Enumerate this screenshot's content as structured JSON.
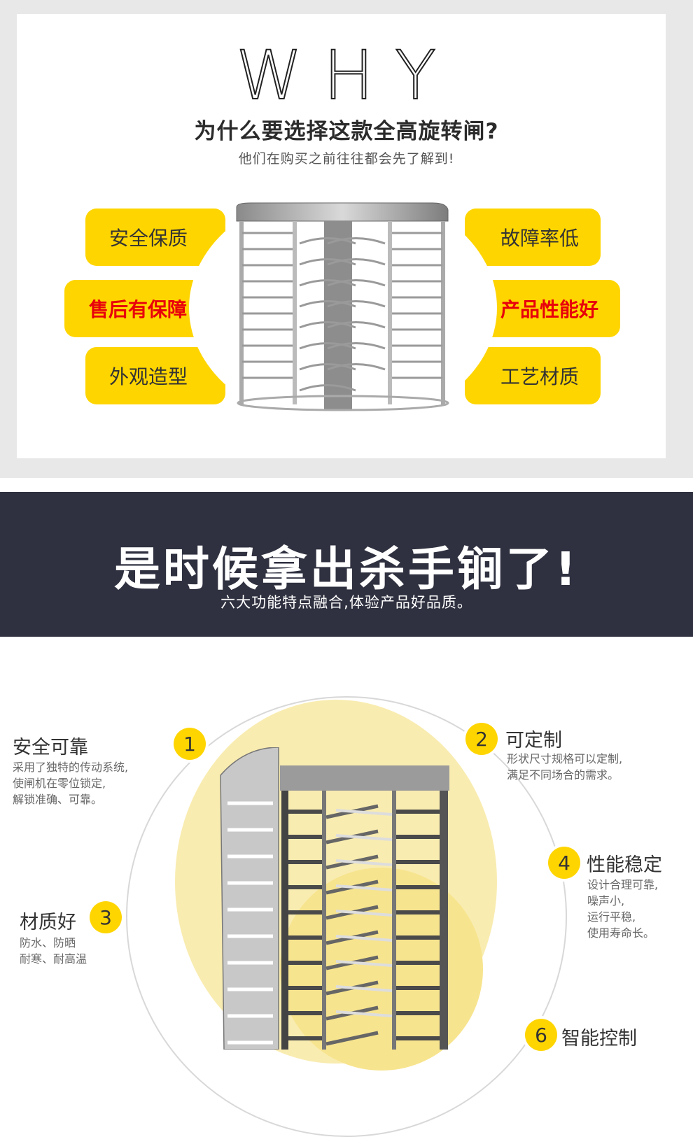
{
  "why": {
    "title": "WHY",
    "subtitle": "为什么要选择这款全高旋转闸?",
    "caption": "他们在购买之前往往都会先了解到!",
    "left_features": [
      "安全保质",
      "售后有保障",
      "外观造型"
    ],
    "right_features": [
      "故障率低",
      "产品性能好",
      "工艺材质"
    ]
  },
  "banner": {
    "headline": "是时候拿出杀手锏了!",
    "sub": "六大功能特点融合,体验产品好品质。"
  },
  "features": [
    {
      "num": "1",
      "title": "安全可靠",
      "desc": [
        "采用了独特的传动系统,",
        "使闸机在零位锁定,",
        "解锁准确、可靠。"
      ]
    },
    {
      "num": "2",
      "title": "可定制",
      "desc": [
        "形状尺寸规格可以定制,",
        "满足不同场合的需求。"
      ]
    },
    {
      "num": "3",
      "title": "材质好",
      "desc": [
        "防水、防晒",
        "耐寒、耐高温"
      ]
    },
    {
      "num": "4",
      "title": "性能稳定",
      "desc": [
        "设计合理可靠,",
        "噪声小,",
        "运行平稳,",
        "使用寿命长。"
      ]
    },
    {
      "num": "6",
      "title": "智能控制",
      "desc": []
    }
  ],
  "colors": {
    "accent": "#ffd500",
    "dark": "#2f3140",
    "alert": "#e8000b"
  }
}
